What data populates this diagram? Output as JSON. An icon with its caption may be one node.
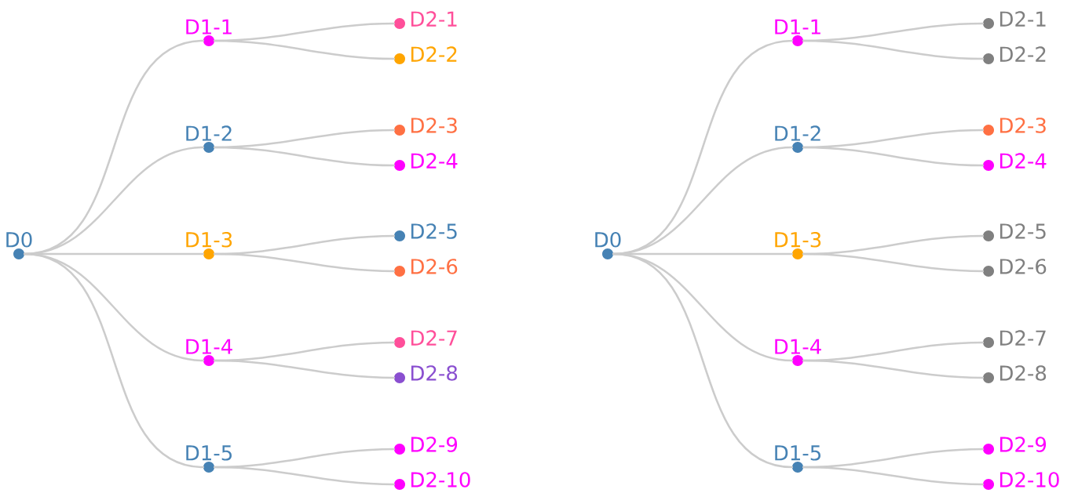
{
  "diagram": {
    "nodes": [
      {
        "text": [
          "D0"
        ]
      },
      {
        "text": [
          "D1-1"
        ]
      },
      {
        "text": [
          "D1-2"
        ]
      },
      {
        "text": [
          "D1-3"
        ]
      },
      {
        "text": [
          "D1-4"
        ]
      },
      {
        "text": [
          "D1-5"
        ]
      },
      {
        "text": [
          "D2-1"
        ]
      },
      {
        "text": [
          "D2-2"
        ]
      },
      {
        "text": [
          "D2-3"
        ]
      },
      {
        "text": [
          "D2-4"
        ]
      },
      {
        "text": [
          "D2-5"
        ]
      },
      {
        "text": [
          "D2-6"
        ]
      },
      {
        "text": [
          "D2-7"
        ]
      },
      {
        "text": [
          "D2-8"
        ]
      },
      {
        "text": [
          "D2-9"
        ]
      },
      {
        "text": [
          "D2-10"
        ]
      },
      {
        "text": [
          "D0"
        ]
      },
      {
        "text": [
          "D1-1"
        ]
      },
      {
        "text": [
          "D1-2"
        ]
      },
      {
        "text": [
          "D1-3"
        ]
      },
      {
        "text": [
          "D1-4"
        ]
      },
      {
        "text": [
          "D1-5"
        ]
      },
      {
        "text": [
          "D2-1"
        ]
      },
      {
        "text": [
          "D2-2"
        ]
      },
      {
        "text": [
          "D2-3"
        ]
      },
      {
        "text": [
          "D2-4"
        ]
      },
      {
        "text": [
          "D2-5"
        ]
      },
      {
        "text": [
          "D2-6"
        ]
      },
      {
        "text": [
          "D2-7"
        ]
      },
      {
        "text": [
          "D2-8"
        ]
      },
      {
        "text": [
          "D2-9"
        ]
      },
      {
        "text": [
          "D2-10"
        ]
      }
    ],
    "edges": [
      {
        "from": 0,
        "to": 1,
        "arrow": "none"
      },
      {
        "from": 0,
        "to": 2,
        "arrow": "none"
      },
      {
        "from": 0,
        "to": 3,
        "arrow": "none"
      },
      {
        "from": 0,
        "to": 4,
        "arrow": "none"
      },
      {
        "from": 0,
        "to": 5,
        "arrow": "none"
      },
      {
        "from": 1,
        "to": 6,
        "arrow": "none"
      },
      {
        "from": 1,
        "to": 7,
        "arrow": "none"
      },
      {
        "from": 2,
        "to": 8,
        "arrow": "none"
      },
      {
        "from": 2,
        "to": 9,
        "arrow": "none"
      },
      {
        "from": 3,
        "to": 10,
        "arrow": "none"
      },
      {
        "from": 3,
        "to": 11,
        "arrow": "none"
      },
      {
        "from": 4,
        "to": 12,
        "arrow": "none"
      },
      {
        "from": 4,
        "to": 13,
        "arrow": "none"
      },
      {
        "from": 5,
        "to": 14,
        "arrow": "none"
      },
      {
        "from": 5,
        "to": 15,
        "arrow": "none"
      },
      {
        "from": 16,
        "to": 17,
        "arrow": "none"
      },
      {
        "from": 16,
        "to": 18,
        "arrow": "none"
      },
      {
        "from": 16,
        "to": 19,
        "arrow": "none"
      },
      {
        "from": 16,
        "to": 20,
        "arrow": "none"
      },
      {
        "from": 16,
        "to": 21,
        "arrow": "none"
      },
      {
        "from": 17,
        "to": 22,
        "arrow": "none"
      },
      {
        "from": 17,
        "to": 23,
        "arrow": "none"
      },
      {
        "from": 18,
        "to": 24,
        "arrow": "none"
      },
      {
        "from": 18,
        "to": 25,
        "arrow": "none"
      },
      {
        "from": 19,
        "to": 26,
        "arrow": "none"
      },
      {
        "from": 19,
        "to": 27,
        "arrow": "none"
      },
      {
        "from": 20,
        "to": 28,
        "arrow": "none"
      },
      {
        "from": 20,
        "to": 29,
        "arrow": "none"
      },
      {
        "from": 21,
        "to": 30,
        "arrow": "none"
      },
      {
        "from": 21,
        "to": 31,
        "arrow": "none"
      }
    ]
  }
}
